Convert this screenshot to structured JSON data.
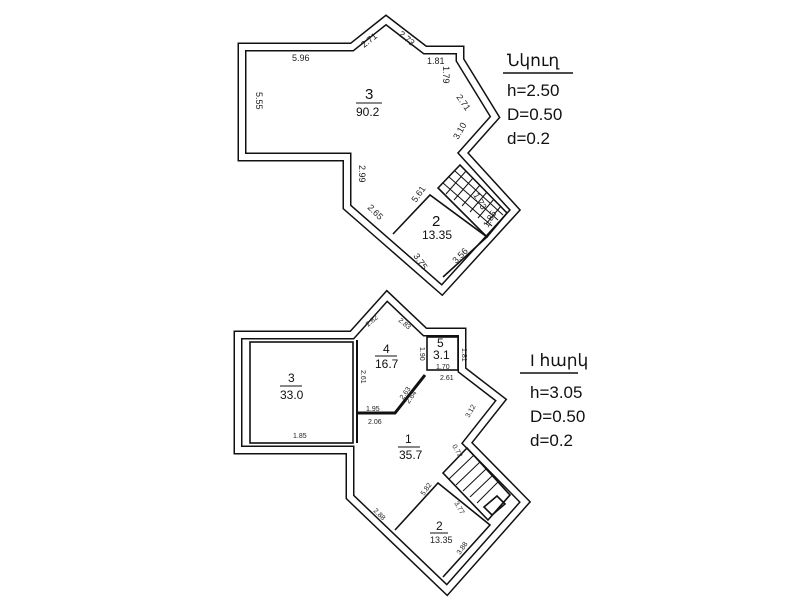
{
  "basement": {
    "title": "Նկուղ",
    "params": [
      "h=2.50",
      "D=0.50",
      "d=0.2"
    ],
    "rooms": [
      {
        "number": "3",
        "area": "90.2"
      },
      {
        "number": "2",
        "area": "13.35"
      }
    ],
    "dimensions": [
      "5.96",
      "5.55",
      "2.71",
      "2.73",
      "1.81",
      "1.79",
      "2.71",
      "3.10",
      "2.99",
      "2.65",
      "5.61",
      "3.75",
      "3.56",
      "1.73",
      "1.85"
    ]
  },
  "first_floor": {
    "title": "I հարկ",
    "params": [
      "h=3.05",
      "D=0.50",
      "d=0.2"
    ],
    "rooms": [
      {
        "number": "1",
        "area": "35.7"
      },
      {
        "number": "2",
        "area": "13.35"
      },
      {
        "number": "3",
        "area": "33.0"
      },
      {
        "number": "4",
        "area": "16.7"
      },
      {
        "number": "5",
        "area": "3.1"
      }
    ],
    "dimensions": [
      "2.82",
      "2.83",
      "1.90",
      "1.81",
      "1.70",
      "2.61",
      "2.61",
      "1.95",
      "2.06",
      "2.63",
      "2.64",
      "3.12",
      "0.72",
      "5.82",
      "3.77",
      "2.88",
      "3.88",
      "1.85"
    ]
  }
}
